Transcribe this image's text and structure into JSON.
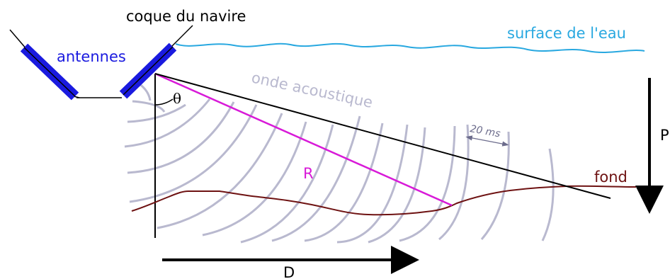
{
  "labels": {
    "hull": "coque du navire",
    "antennas": "antennes",
    "water_surface": "surface de l'eau",
    "acoustic_wave": "onde acoustique",
    "angle": "θ",
    "range": "R",
    "interval": "20 ms",
    "seabed": "fond",
    "depth": "P",
    "distance": "D"
  },
  "colors": {
    "antenna": "#1a1adf",
    "antenna_label": "#1a1adf",
    "water": "#28a8e0",
    "wave": "#b9b9cf",
    "interval_label": "#6c6c8c",
    "range": "#d81ad8",
    "seabed": "#6e1212",
    "ink": "#000000"
  }
}
